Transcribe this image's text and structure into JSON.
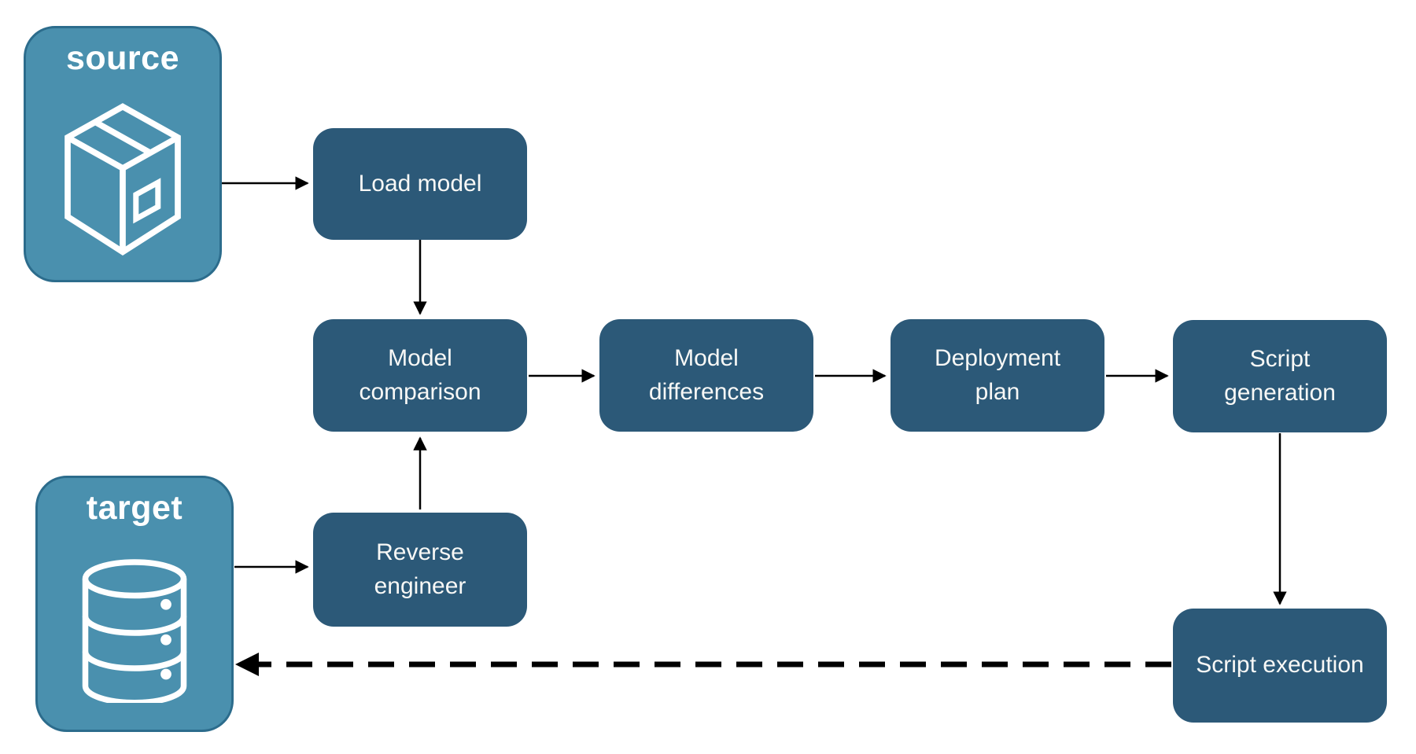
{
  "colors": {
    "node_fill": "#2C5978",
    "endpoint_fill": "#4A90AE",
    "endpoint_border": "#2C6C8C",
    "label_color": "#F8F8F6",
    "arrow_color": "#000000",
    "background": "#FFFFFF"
  },
  "nodes": {
    "source": {
      "label": "source",
      "icon": "package-icon"
    },
    "target": {
      "label": "target",
      "icon": "database-icon"
    },
    "load_model": {
      "label": "Load model"
    },
    "model_comparison": {
      "label": "Model comparison"
    },
    "model_differences": {
      "label": "Model differences"
    },
    "deployment_plan": {
      "label": "Deployment plan"
    },
    "script_generation": {
      "label": "Script generation"
    },
    "reverse_engineer": {
      "label": "Reverse engineer"
    },
    "script_execution": {
      "label": "Script execution"
    }
  },
  "edges": [
    {
      "from": "source",
      "to": "load_model",
      "style": "solid"
    },
    {
      "from": "load_model",
      "to": "model_comparison",
      "style": "solid"
    },
    {
      "from": "model_comparison",
      "to": "model_differences",
      "style": "solid"
    },
    {
      "from": "model_differences",
      "to": "deployment_plan",
      "style": "solid"
    },
    {
      "from": "deployment_plan",
      "to": "script_generation",
      "style": "solid"
    },
    {
      "from": "script_generation",
      "to": "script_execution",
      "style": "solid"
    },
    {
      "from": "target",
      "to": "reverse_engineer",
      "style": "solid"
    },
    {
      "from": "reverse_engineer",
      "to": "model_comparison",
      "style": "solid"
    },
    {
      "from": "script_execution",
      "to": "target",
      "style": "dashed"
    }
  ]
}
